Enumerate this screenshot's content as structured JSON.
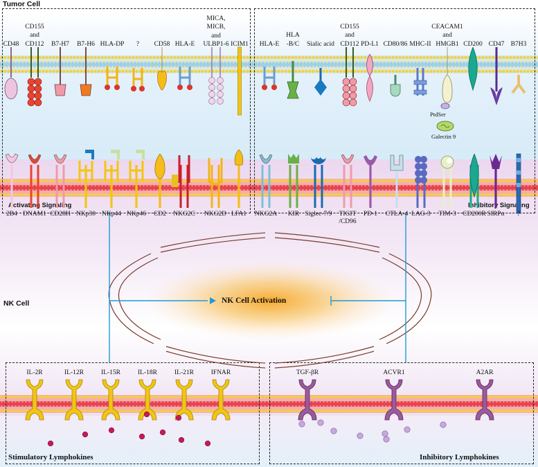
{
  "labels": {
    "tumor_cell": "Tumor Cell",
    "nk_cell": "NK Cell",
    "nk_activation": "NK Cell Activation",
    "activating": "Activating Signaling",
    "inhibitory": "Inhibitory Signaling",
    "stimulatory": "Stimulatory Lymphokines",
    "inhibitory_lymph": "Inhibitory Lymphokines",
    "ptdser": "PtdSer",
    "galectin": "Galectin 9"
  },
  "tumor_ligands_left": [
    {
      "l1": "CD48"
    },
    {
      "l0": "CD155",
      "l0b": "and",
      "l1": "CD112"
    },
    {
      "l1": "B7-H7"
    },
    {
      "l1": "B7-H6"
    },
    {
      "l1": "HLA-DP"
    },
    {
      "l1": "?"
    },
    {
      "l1": "CD58"
    },
    {
      "l1": "HLA-E"
    },
    {
      "l0": "MICA,",
      "l0b": "MICB,",
      "l0c": "and",
      "l1": "ULBP1-6"
    },
    {
      "l1": "ICIM1"
    }
  ],
  "tumor_ligands_right": [
    {
      "l1": "HLA-E"
    },
    {
      "l0": "HLA",
      "l1": "-B/C"
    },
    {
      "l1": "Sialic acid"
    },
    {
      "l0": "CD155",
      "l0b": "and",
      "l1": "CD112"
    },
    {
      "l1": "PD-L1"
    },
    {
      "l1": "CD80/86"
    },
    {
      "l1": "MHC-II"
    },
    {
      "l0": "CEACAM1",
      "l0b": "and",
      "l1": "HMGB1"
    },
    {
      "l1": "CD200"
    },
    {
      "l1": "CD47"
    },
    {
      "l1": "B7H3"
    }
  ],
  "nk_receptors_left": [
    "2B4",
    "DNAM1",
    "CD28H",
    "NKp30",
    "NKp44",
    "NKp46",
    "CD2",
    "NKG2C",
    "NKG2D",
    "LFA1"
  ],
  "nk_receptors_right": [
    "NKG2A",
    "KIR",
    "Siglec-7/9",
    "TIGIT/CD96",
    "PD-1",
    "CTLA-4",
    "LAG-3",
    "TIM-3",
    "CD200R",
    "SIRPα",
    "?"
  ],
  "nk_receptors_right_display": [
    "NKG2A",
    "KIR",
    "Siglec-7/9",
    "TIGIT",
    "PD-1",
    "CTLA-4",
    "LAG-3",
    "TIM-3",
    "CD200R",
    "SIRPα",
    "?"
  ],
  "tigit_second_line": "/CD96",
  "stim_receptors": [
    "IL-2R",
    "IL-12R",
    "IL-15R",
    "IL-18R",
    "IL-21R",
    "IFNAR"
  ],
  "inhib_receptors": [
    "TGF-βR",
    "ACVR1",
    "A2AR"
  ],
  "colors": {
    "membrane_tumor": "#8ec63f",
    "membrane_nk": "#e8434f",
    "arrow": "#1e9ad6",
    "glow": "#f7b733",
    "stim": "#f2c515",
    "inhib": "#8a4a8c"
  }
}
